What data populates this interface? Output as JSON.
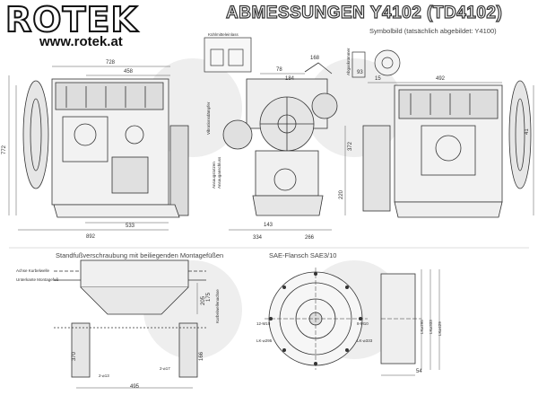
{
  "header": {
    "logo_text": "ROTEK",
    "website": "www.rotek.at",
    "title": "ABMESSUNGEN Y4102 (TD4102)",
    "subtitle": "Symbolbild (tatsächlich abgebildet: Y4100)"
  },
  "callouts": {
    "coolant_port": "Kühlmitteleinlass",
    "vibration_damper": "Vibrationsdämpfer",
    "top_view_label": "Abgaskrümmer"
  },
  "side_labels": {
    "intake_left": "Ansaugstutzen",
    "intake_right": "Ansauganschluss"
  },
  "sections": {
    "feet_title": "Standfußverschraubung mit beiliegenden Montagefüßen",
    "flange_title": "SAE-Flansch SAE3/10"
  },
  "dims_top": {
    "d728": "728",
    "d458": "458",
    "d892": "892",
    "d533": "533",
    "d78": "78",
    "d184": "184",
    "d143": "143",
    "d334": "334",
    "d266": "266",
    "d492": "492",
    "d15": "15",
    "d372": "372",
    "d220": "220",
    "d772": "772",
    "d41": "41",
    "d93": "93",
    "d168": "168"
  },
  "dims_feet": {
    "top_leader": "Achse Kurbelwelle",
    "mid_leader": "Unterkante Montagefuß",
    "d370": "370",
    "d166": "166",
    "d495": "495",
    "hole_left": "2-⌀13",
    "hole_right": "2-⌀17",
    "d205": "205",
    "d175": "175",
    "shaft_label": "Kurbelwellenachse"
  },
  "dims_flange": {
    "thread12": "12-M10",
    "thread8": "8-M10",
    "lk295": "LK-⌀295",
    "lk333": "LK-⌀333",
    "lk295b": "LK⌀295",
    "lk333b": "LK⌀333",
    "d429": "LK⌀429",
    "d54": "54"
  },
  "colors": {
    "line": "#333333",
    "watermark": "#ececec"
  }
}
